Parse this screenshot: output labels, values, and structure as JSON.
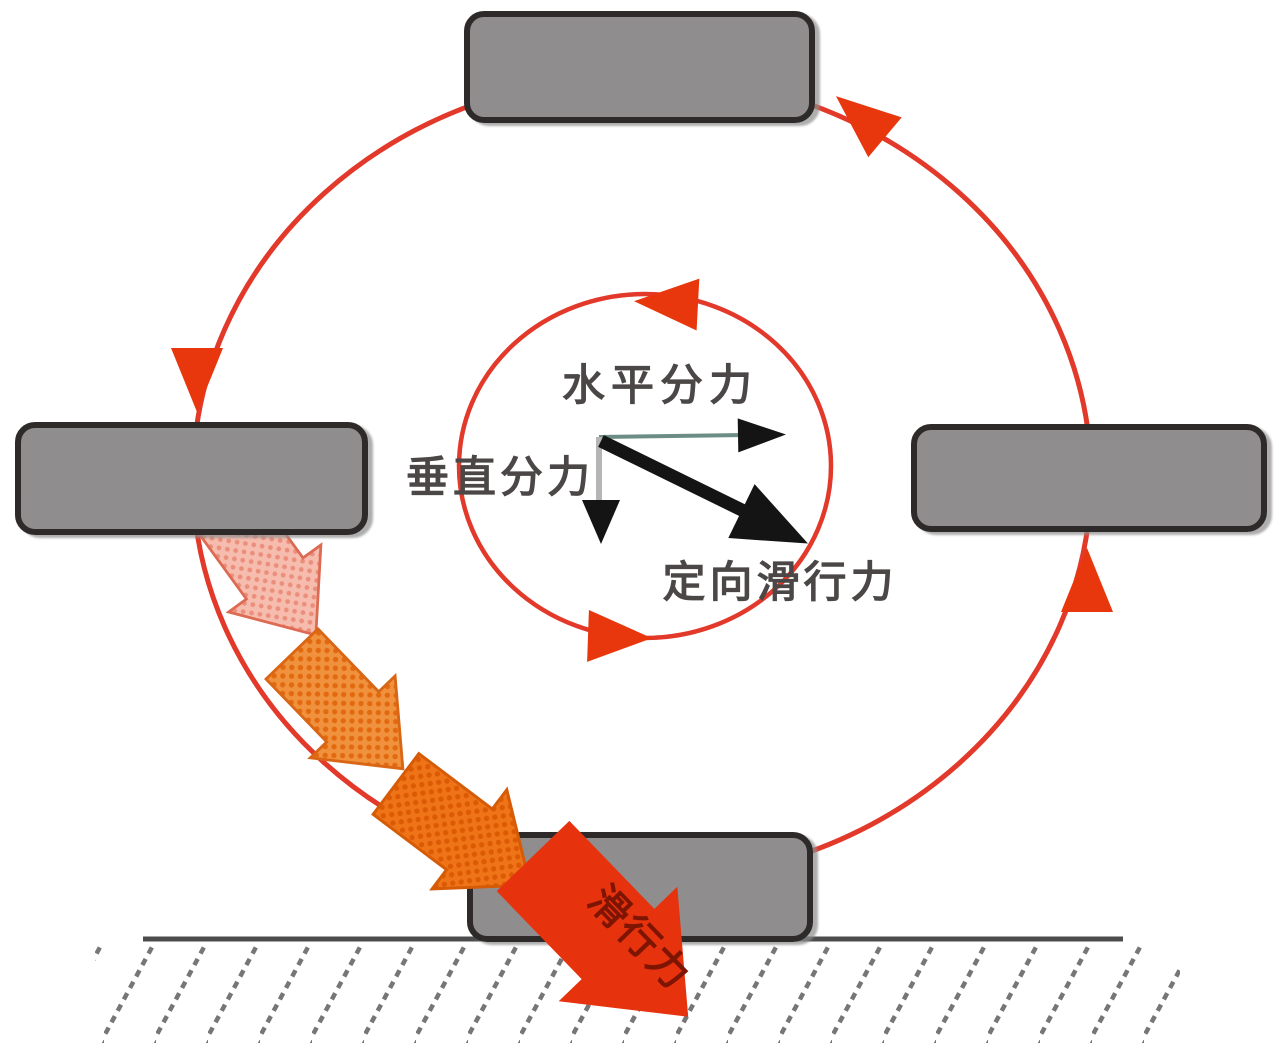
{
  "diagram": {
    "type": "tire-rotation-force-diagram",
    "labels": {
      "horizontal_component": "水平分力",
      "vertical_component": "垂直分力",
      "directional_sliding_force": "定向滑行力",
      "sliding_force": "滑行力"
    },
    "rotation": {
      "outer_circle_direction": "counterclockwise",
      "inner_circle_direction": "counterclockwise",
      "tread_blocks": [
        "top",
        "left",
        "right",
        "bottom"
      ]
    },
    "colors": {
      "background": "#ffffff",
      "circle_red": "#e2392a",
      "arrowhead_red": "#e8360d",
      "tread_gray": "#908d8e",
      "tread_border": "#2e2b2c",
      "cascade1_base": "#f6bcae",
      "cascade1_dot": "#eb8f7c",
      "cascade1_edge": "#dd6a52",
      "cascade2_base": "#f0913d",
      "cascade2_dot": "#e2690f",
      "cascade2_edge": "#d96614",
      "cascade3_base": "#ef7418",
      "cascade3_dot": "#dd5a04",
      "cascade3_edge": "#d55b07",
      "slide_arrow_red": "#e6330e",
      "slide_text_dark_red": "#7e1402",
      "vector_black": "#141414",
      "vector_teal_shaft": "#6b8d86",
      "vector_gray_shaft": "#b5b5b5",
      "label_gray": "#4a4746",
      "ground_gray": "#4c4c4c",
      "hatch_gray": "#767676"
    }
  }
}
